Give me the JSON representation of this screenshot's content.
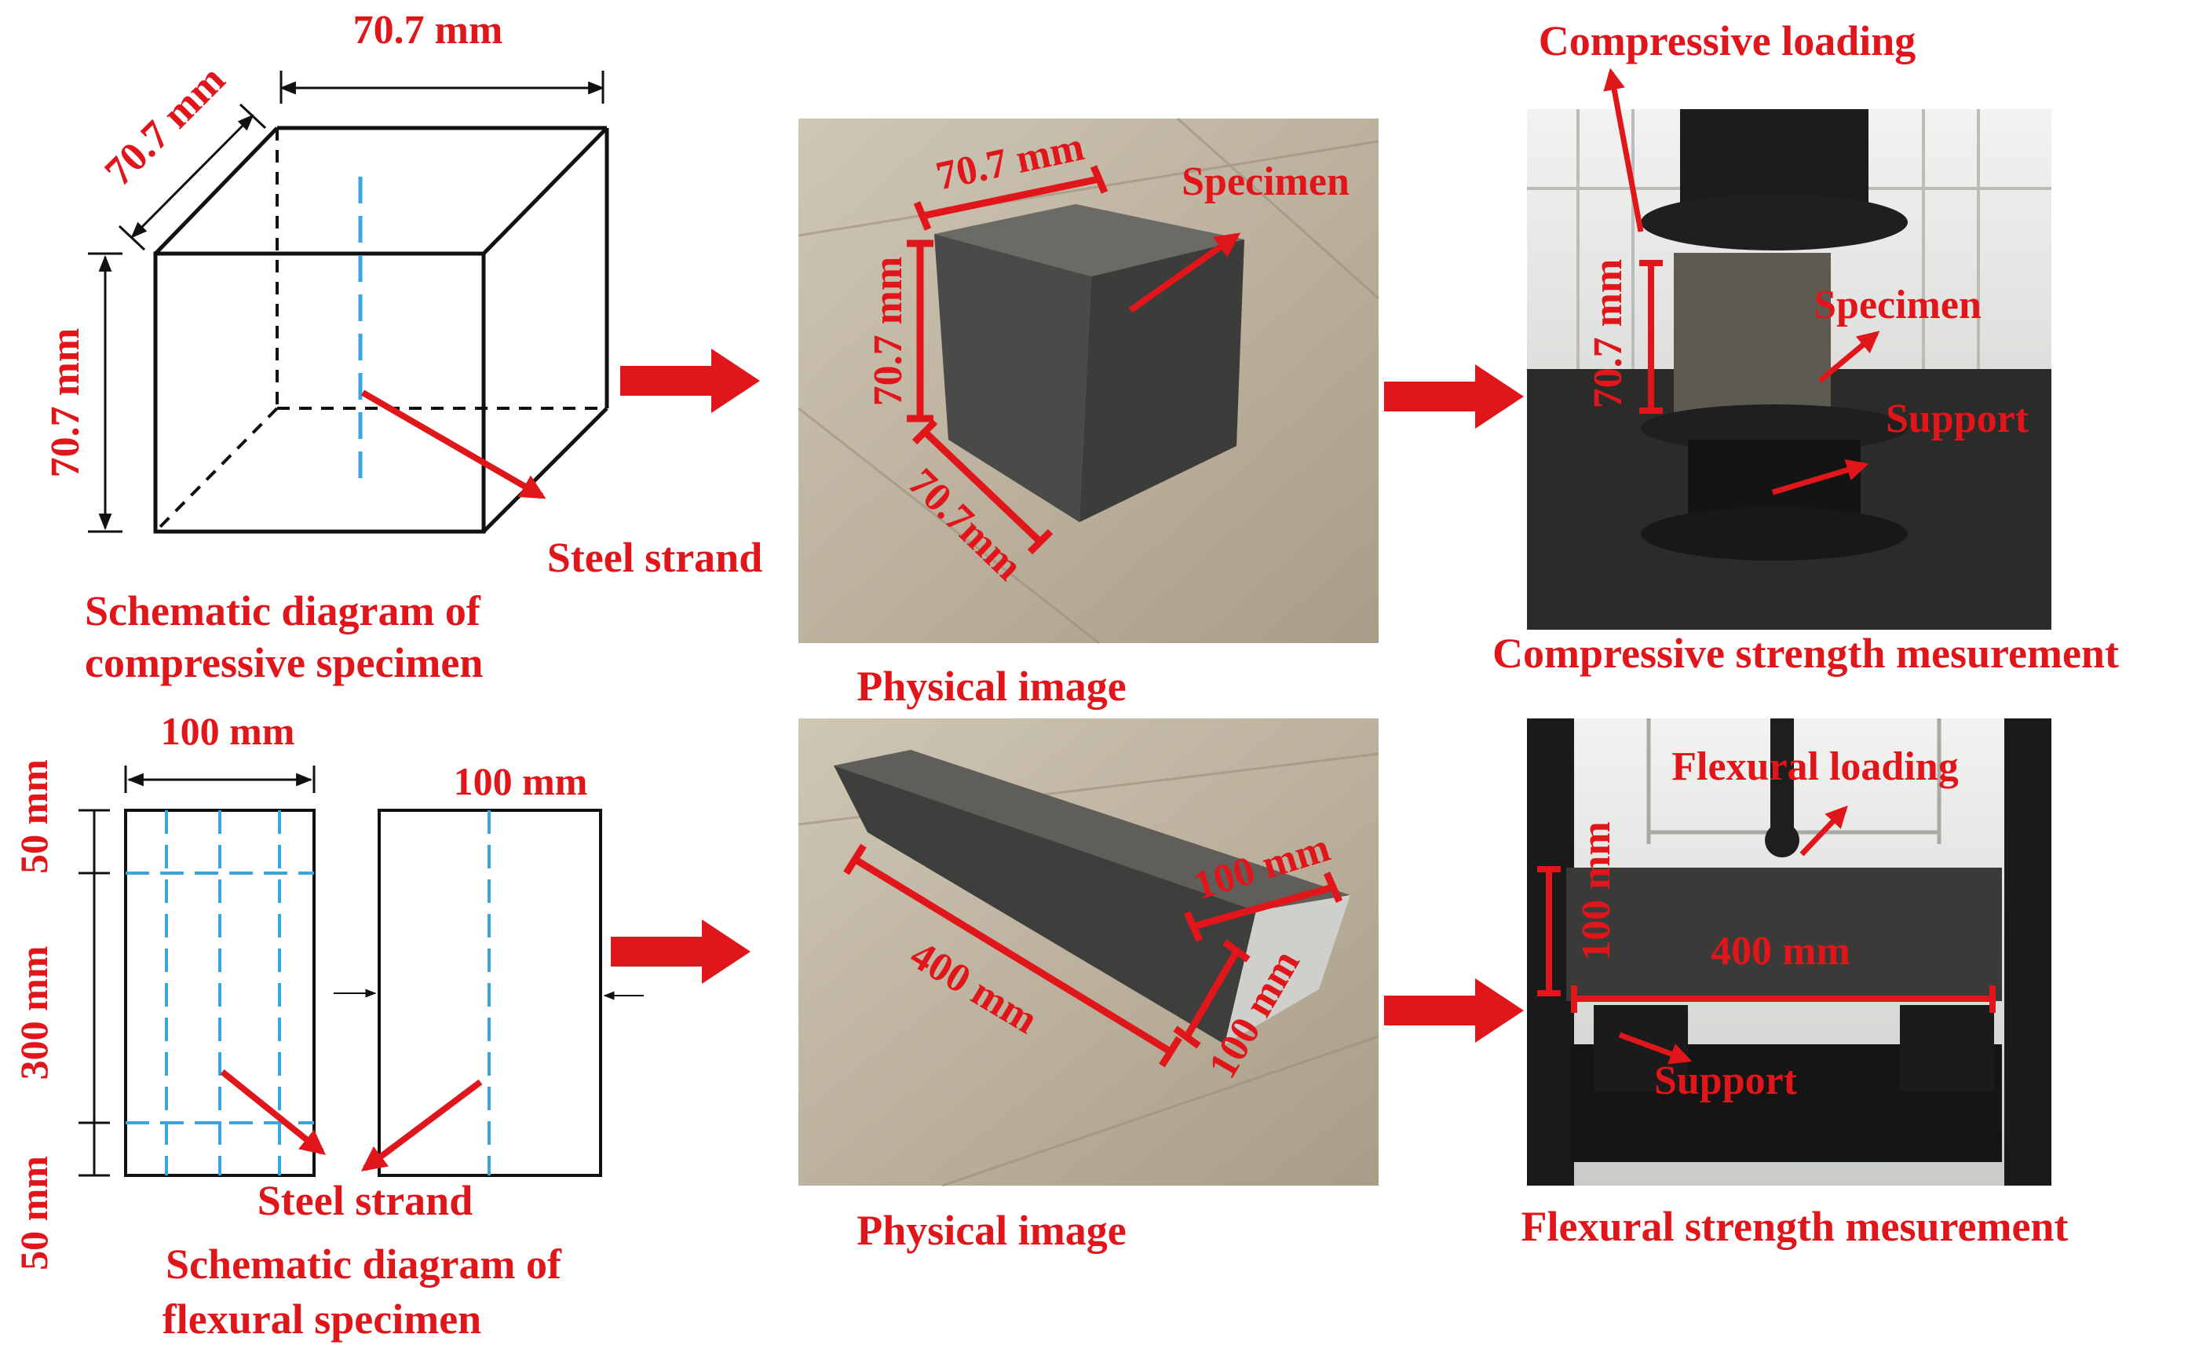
{
  "colors": {
    "accent_red": "#e0161b",
    "strand_blue": "#3aa7dc",
    "line_black": "#111111",
    "concrete_dark": "#4a4a48",
    "floor_tan": "#b8ad99",
    "machine_black": "#1c1c1c"
  },
  "compressive_schematic": {
    "dim_top": "70.7 mm",
    "dim_side": "70.7 mm",
    "dim_left": "70.7 mm",
    "strand_label": "Steel strand",
    "caption_line1": "Schematic diagram of",
    "caption_line2": "compressive specimen"
  },
  "compressive_photo": {
    "dim_top": "70.7 mm",
    "dim_left": "70.7 mm",
    "dim_bottom": "70.7mm",
    "specimen_label": "Specimen",
    "caption": "Physical image"
  },
  "compressive_test": {
    "loading_label": "Compressive loading",
    "dim_left": "70.7 mm",
    "specimen_label": "Specimen",
    "support_label": "Support",
    "caption": "Compressive strength mesurement"
  },
  "flexural_schematic": {
    "dim_width_top": "100 mm",
    "dim_width_side": "100 mm",
    "dim_seg_top": "50 mm",
    "dim_seg_mid": "300 mm",
    "dim_seg_bottom": "50 mm",
    "strand_label": "Steel strand",
    "caption_line1": "Schematic diagram of",
    "caption_line2": "flexural specimen"
  },
  "flexural_photo": {
    "dim_length": "400 mm",
    "dim_top": "100 mm",
    "dim_side": "100 mm",
    "caption": "Physical image"
  },
  "flexural_test": {
    "loading_label": "Flexural loading",
    "dim_height": "100 mm",
    "dim_length": "400 mm",
    "support_label": "Support",
    "caption": "Flexural strength mesurement"
  }
}
